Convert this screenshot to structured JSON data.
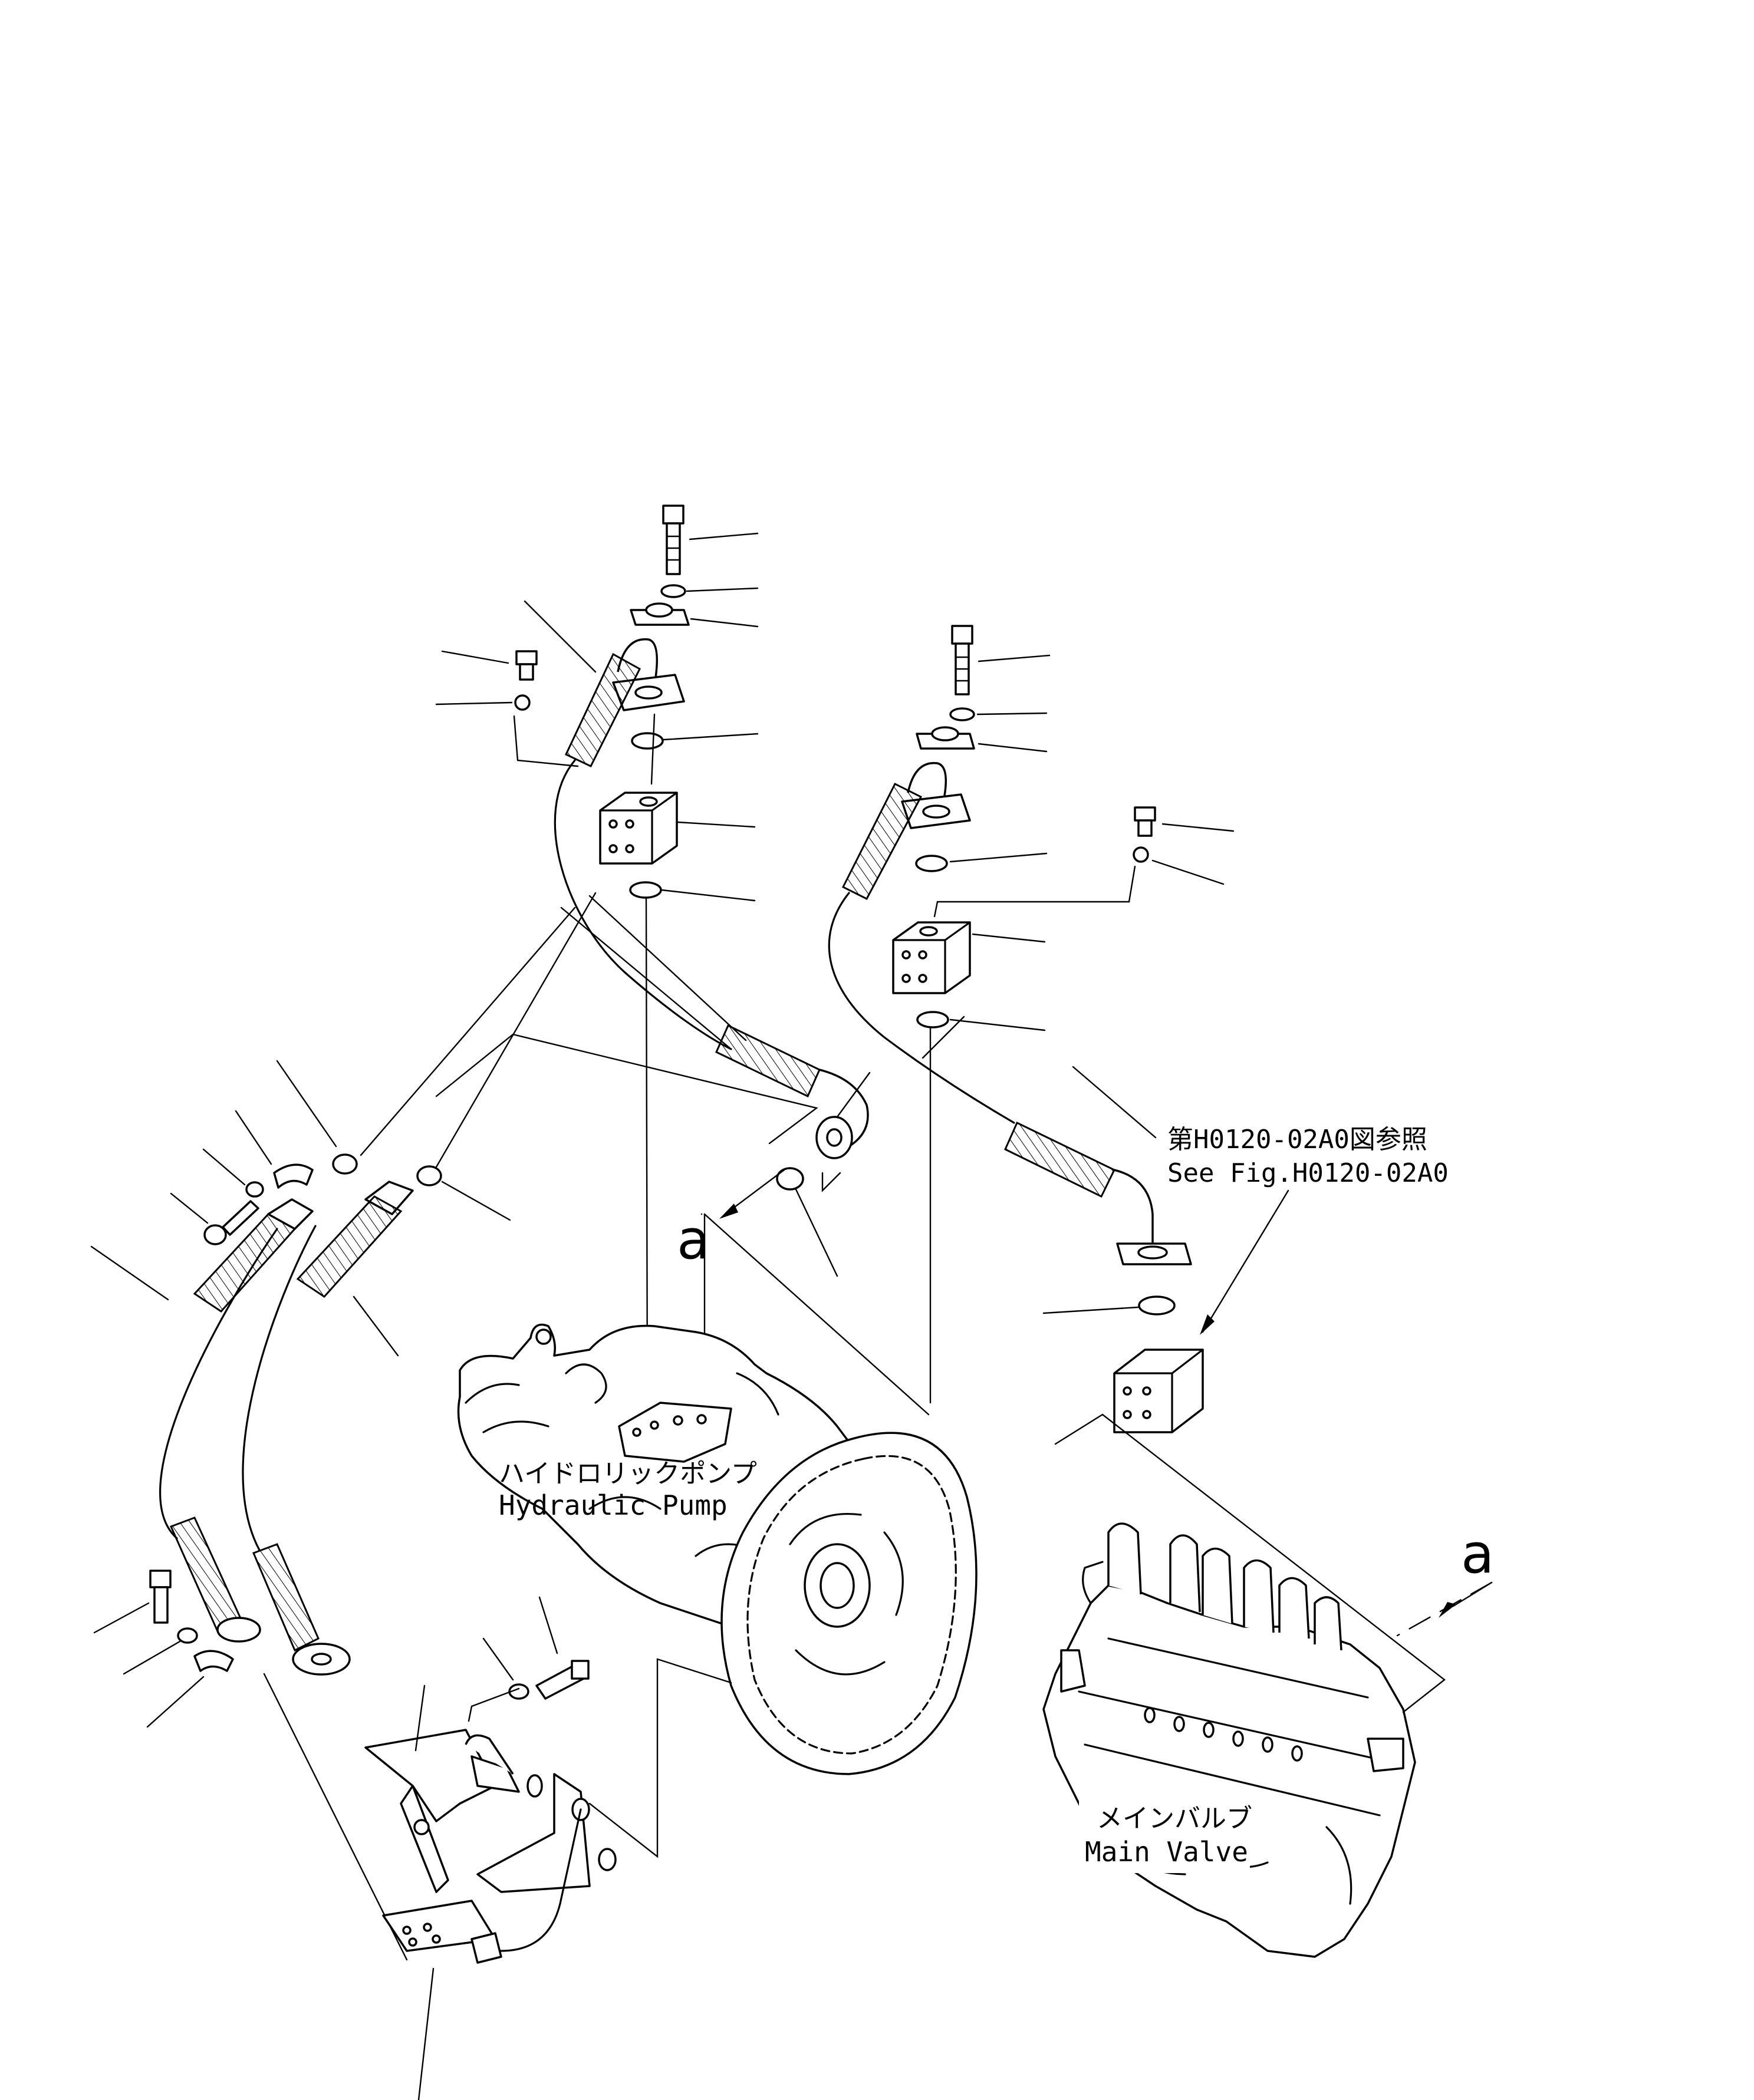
{
  "labels": {
    "hydraulic_pump_jp": "ハイドロリックポンプ",
    "hydraulic_pump_en": "Hydraulic Pump",
    "main_valve_jp": "メインバルブ",
    "main_valve_en": "Main Valve",
    "see_fig_jp": "第H0120-02A0図参照",
    "see_fig_en": "See Fig.H0120-02A0",
    "view_a_left": "a",
    "view_a_right": "a"
  }
}
